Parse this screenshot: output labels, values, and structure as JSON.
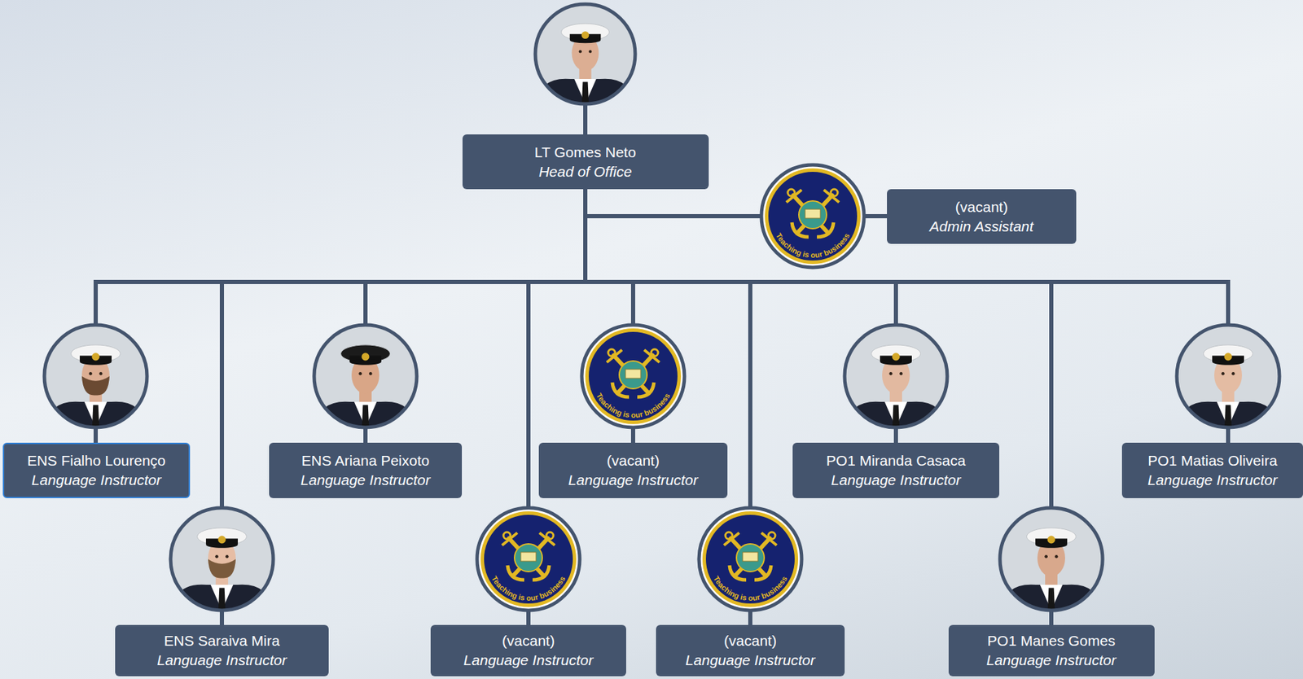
{
  "diagram": {
    "nodes": [
      {
        "text": [
          "LT Gomes Neto",
          "Head of Office"
        ]
      },
      {
        "text": [
          "(vacant)",
          "Admin Assistant"
        ]
      },
      {
        "text": [
          "ENS Fialho Lourenço",
          "Language Instructor"
        ]
      },
      {
        "text": [
          "ENS Saraiva Mira",
          "Language Instructor"
        ]
      },
      {
        "text": [
          "ENS Ariana Peixoto",
          "Language Instructor"
        ]
      },
      {
        "text": [
          "(vacant)",
          "Language Instructor"
        ]
      },
      {
        "text": [
          "(vacant)",
          "Language Instructor"
        ]
      },
      {
        "text": [
          "(vacant)",
          "Language Instructor"
        ]
      },
      {
        "text": [
          "PO1 Miranda Casaca",
          "Language Instructor"
        ]
      },
      {
        "text": [
          "PO1 Manes Gomes",
          "Language Instructor"
        ]
      },
      {
        "text": [
          "PO1 Matias Oliveira",
          "Language Instructor"
        ]
      }
    ],
    "edges": [
      {
        "from": 0,
        "to": 1,
        "arrow": "none"
      },
      {
        "from": 0,
        "to": 2,
        "arrow": "none"
      },
      {
        "from": 0,
        "to": 3,
        "arrow": "none"
      },
      {
        "from": 0,
        "to": 4,
        "arrow": "none"
      },
      {
        "from": 0,
        "to": 5,
        "arrow": "none"
      },
      {
        "from": 0,
        "to": 6,
        "arrow": "none"
      },
      {
        "from": 0,
        "to": 7,
        "arrow": "none"
      },
      {
        "from": 0,
        "to": 8,
        "arrow": "none"
      },
      {
        "from": 0,
        "to": 9,
        "arrow": "none"
      },
      {
        "from": 0,
        "to": 10,
        "arrow": "none"
      }
    ],
    "labels": [
      "Teaching is our business",
      "Teaching is our business",
      "Teaching is our business",
      "Teaching is our business"
    ]
  }
}
